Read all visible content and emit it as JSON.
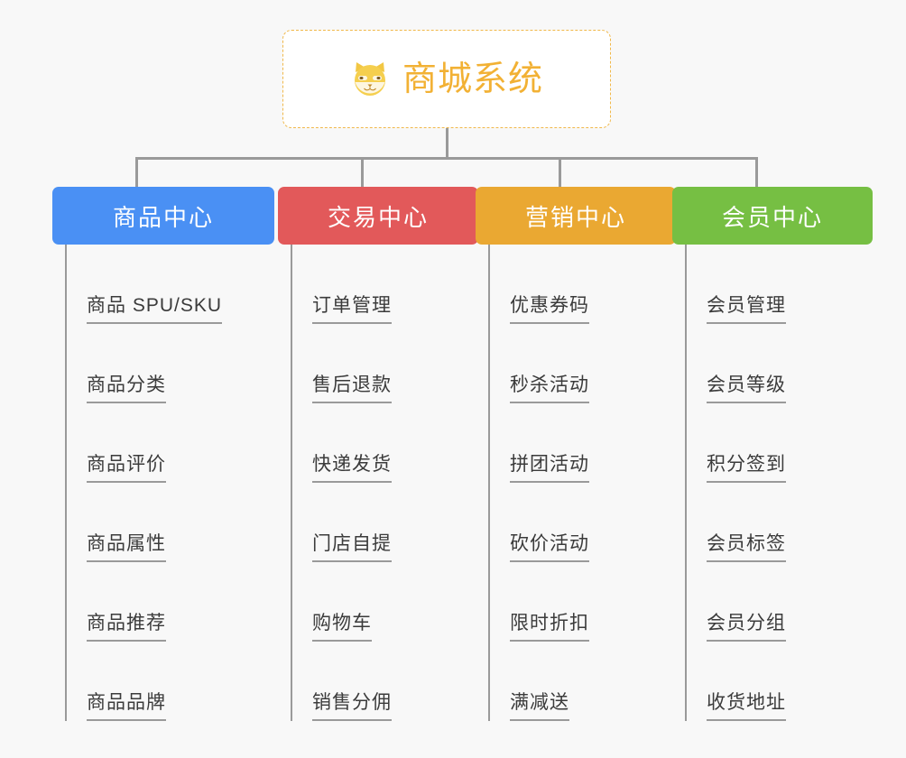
{
  "colors": {
    "background": "#f8f8f8",
    "root_border": "#f0b84a",
    "root_text": "#f2b134",
    "connector": "#9a9a9a",
    "item_text": "#3b3b3b",
    "branch_product": "#4a90f4",
    "branch_trade": "#e2595a",
    "branch_marketing": "#eaa832",
    "branch_member": "#76bf43"
  },
  "root": {
    "icon": "shiba-dog-face-icon",
    "title": "商城系统"
  },
  "branches": [
    {
      "label": "商品中心",
      "color": "#4a90f4",
      "items": [
        "商品 SPU/SKU",
        "商品分类",
        "商品评价",
        "商品属性",
        "商品推荐",
        "商品品牌"
      ]
    },
    {
      "label": "交易中心",
      "color": "#e2595a",
      "items": [
        "订单管理",
        "售后退款",
        "快递发货",
        "门店自提",
        "购物车",
        "销售分佣"
      ]
    },
    {
      "label": "营销中心",
      "color": "#eaa832",
      "items": [
        "优惠券码",
        "秒杀活动",
        "拼团活动",
        "砍价活动",
        "限时折扣",
        "满减送"
      ]
    },
    {
      "label": "会员中心",
      "color": "#76bf43",
      "items": [
        "会员管理",
        "会员等级",
        "积分签到",
        "会员标签",
        "会员分组",
        "收货地址"
      ]
    }
  ]
}
